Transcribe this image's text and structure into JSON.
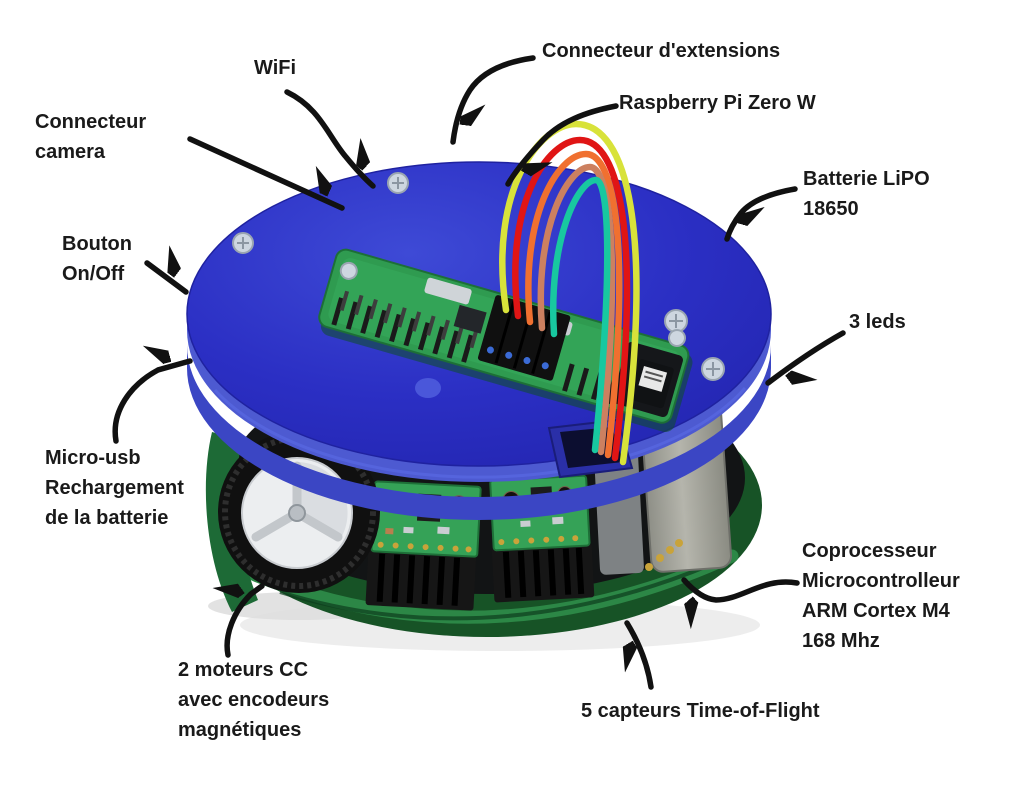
{
  "page": {
    "title": "Annotated robot hardware diagram",
    "background": "#ffffff"
  },
  "annotations": [
    {
      "id": "connecteur-extensions",
      "text": "Connecteur d'extensions"
    },
    {
      "id": "wifi",
      "text": "WiFi"
    },
    {
      "id": "raspberry-pi-zero-w",
      "text": "Raspberry Pi Zero W"
    },
    {
      "id": "connecteur-camera",
      "text": "Connecteur\ncamera"
    },
    {
      "id": "batterie-lipo-18650",
      "text": "Batterie LiPO\n18650"
    },
    {
      "id": "bouton-on-off",
      "text": "Bouton\nOn/Off"
    },
    {
      "id": "3-leds",
      "text": "3 leds"
    },
    {
      "id": "micro-usb-rechargement",
      "text": "Micro-usb\nRechargement\nde la batterie"
    },
    {
      "id": "coprocesseur",
      "text": "Coprocesseur\nMicrocontrolleur\nARM Cortex M4\n168 Mhz"
    },
    {
      "id": "2-moteurs-cc",
      "text": "2 moteurs CC\navec encodeurs\nmagnétiques"
    },
    {
      "id": "5-capteurs-tof",
      "text": "5 capteurs Time-of-Flight"
    }
  ],
  "photo": {
    "description": "Round two-deck mobile robot: blue acrylic top disc carrying a Raspberry Pi Zero W with colored jumper wires arched over it, green PCB base deck with Time-of-Flight sensor boards, black connectors, a white wheel with black tire and a vertical 18650 battery.",
    "colors": {
      "top_disc_blue": "#2b2fc4",
      "disc_rim_blue": "#4d5ad1",
      "base_pcb_green": "#1d6a36",
      "sensor_pcb_green": "#35a257",
      "pi_pcb_green": "#2f9b50",
      "wire_yellow": "#d8e23a",
      "wire_red": "#e01515",
      "wire_orange": "#f07030",
      "wire_salmon": "#cc8060",
      "wire_teal": "#18c8a0",
      "tire_black": "#101010",
      "hub_white": "#eceef0",
      "battery_grey": "#a7a79f",
      "arrow_black": "#111111"
    }
  }
}
